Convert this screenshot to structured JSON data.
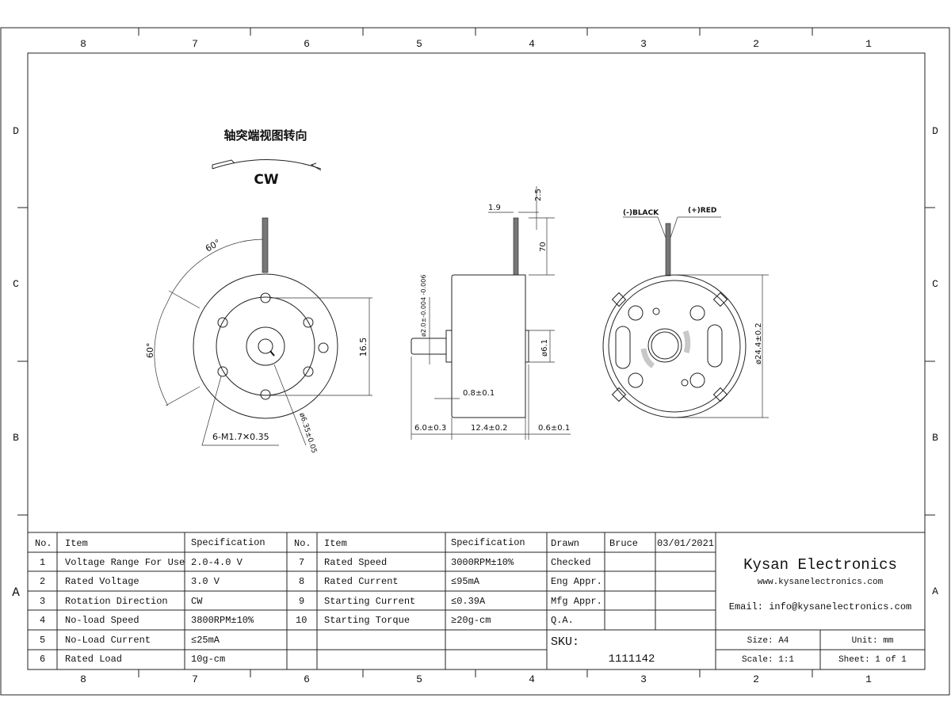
{
  "zones": {
    "columns": [
      "8",
      "7",
      "6",
      "5",
      "4",
      "3",
      "2",
      "1"
    ],
    "rows": [
      "D",
      "C",
      "B",
      "A"
    ]
  },
  "drawing": {
    "rotation_title": "轴突端视图转向",
    "rotation_dir": "CW",
    "front": {
      "angle1": "60°",
      "angle2": "60°",
      "hole_circle": "16.5",
      "thread": "6-M1.7✕0.35",
      "bore": "ø6.35±0.05"
    },
    "side": {
      "wire_width": "1.9",
      "wire_gap": "2.5",
      "wire_length": "70",
      "shaft_dia": "ø2.0±-0.004 -0.006",
      "boss_dia": "ø6.1",
      "flange": "0.8±0.1",
      "shaft_len": "6.0±0.3",
      "body_len": "12.4±0.2",
      "rear": "0.6±0.1"
    },
    "rear": {
      "neg": "(-)BLACK",
      "pos": "(+)RED",
      "diameter": "ø24.4±0.2"
    }
  },
  "spec_table": {
    "headers": [
      "No.",
      "Item",
      "Specification",
      "No.",
      "Item",
      "Specification"
    ],
    "left": [
      {
        "no": "1",
        "item": "Voltage Range For Use",
        "spec": "2.0-4.0 V"
      },
      {
        "no": "2",
        "item": "Rated Voltage",
        "spec": "3.0 V"
      },
      {
        "no": "3",
        "item": "Rotation Direction",
        "spec": "CW"
      },
      {
        "no": "4",
        "item": "No-load Speed",
        "spec": "3800RPM±10%"
      },
      {
        "no": "5",
        "item": "No-Load Current",
        "spec": "≤25mA"
      },
      {
        "no": "6",
        "item": "Rated Load",
        "spec": "10g-cm"
      }
    ],
    "right": [
      {
        "no": "7",
        "item": "Rated Speed",
        "spec": "3000RPM±10%"
      },
      {
        "no": "8",
        "item": "Rated Current",
        "spec": "≤95mA"
      },
      {
        "no": "9",
        "item": "Starting Current",
        "spec": "≤0.39A"
      },
      {
        "no": "10",
        "item": "Starting Torque",
        "spec": "≥20g-cm"
      }
    ]
  },
  "approvals": [
    {
      "role": "Drawn",
      "name": "Bruce",
      "date": "03/01/2021"
    },
    {
      "role": "Checked"
    },
    {
      "role": "Eng Appr."
    },
    {
      "role": "Mfg Appr."
    },
    {
      "role": "Q.A."
    }
  ],
  "title_block": {
    "company": "Kysan Electronics",
    "website": "www.kysanelectronics.com",
    "email": "Email: info@kysanelectronics.com",
    "sku_label": "SKU:",
    "sku": "1111142",
    "size": "Size: A4",
    "unit": "Unit: mm",
    "scale": "Scale: 1:1",
    "sheet": "Sheet: 1 of 1"
  }
}
